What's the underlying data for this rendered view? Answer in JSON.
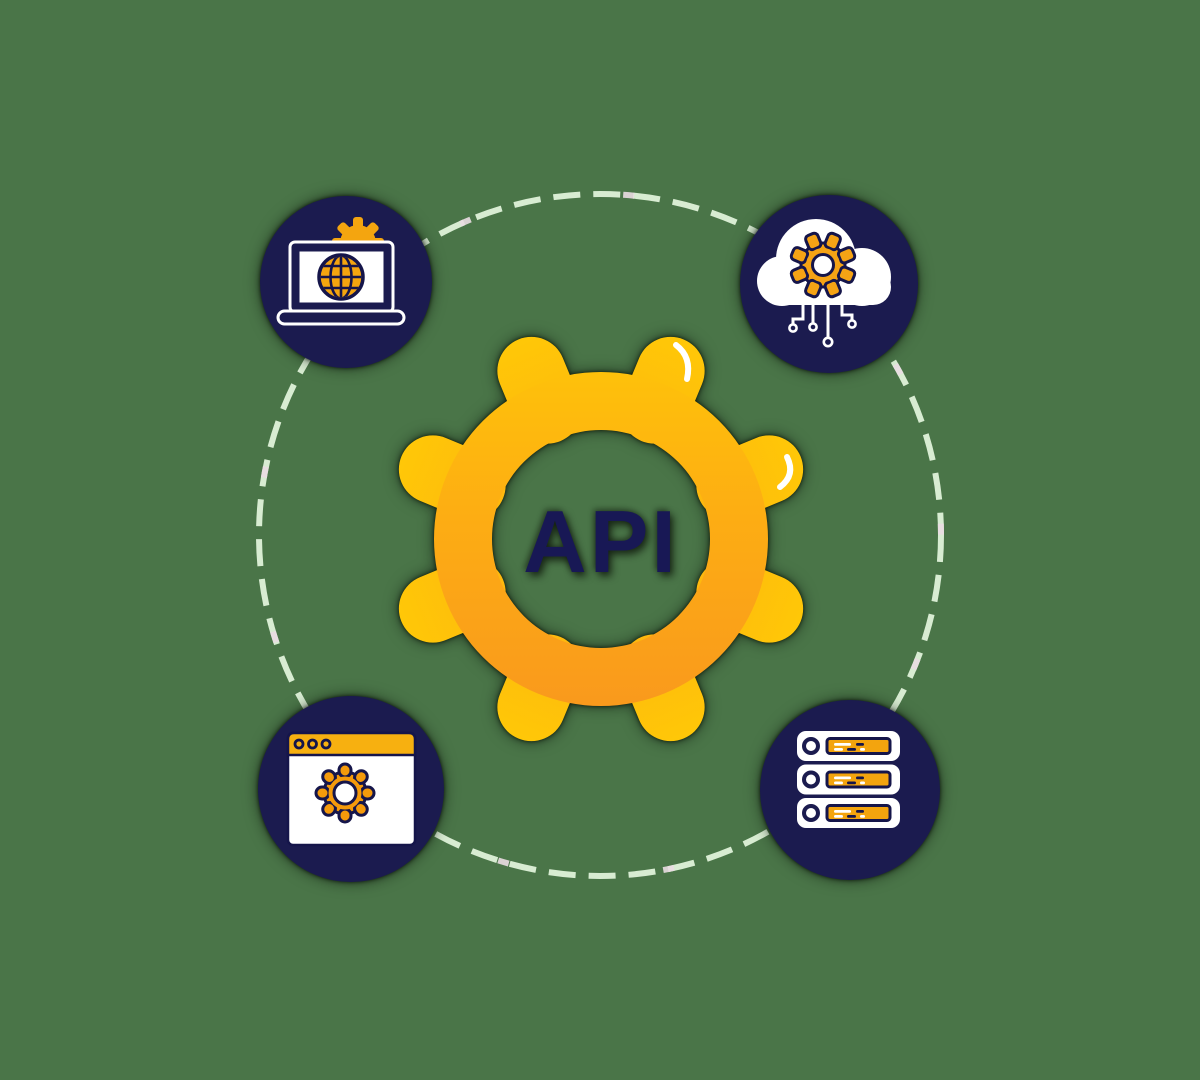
{
  "illustration": {
    "title": "API integration gear diagram",
    "background_color": "#4A7548",
    "center": {
      "label": "API",
      "label_color": "#181855",
      "gear_gradient_top": "#FFC807",
      "gear_gradient_bottom": "#F8941F"
    },
    "connector": {
      "style": "dashed-circle",
      "color": "#D8ECD2",
      "alt_dash_color": "#EADDE2"
    },
    "node_color": "#1B1B4F",
    "icon_accent_color": "#F3A40E",
    "icon_outline_color": "#15154A",
    "nodes": [
      {
        "id": "web-laptop",
        "position": "top-left",
        "icon": "laptop-globe-icon"
      },
      {
        "id": "cloud-computing",
        "position": "top-right",
        "icon": "cloud-gear-icon"
      },
      {
        "id": "browser-settings",
        "position": "bottom-left",
        "icon": "browser-gear-icon"
      },
      {
        "id": "server-stack",
        "position": "bottom-right",
        "icon": "server-stack-icon"
      }
    ]
  }
}
